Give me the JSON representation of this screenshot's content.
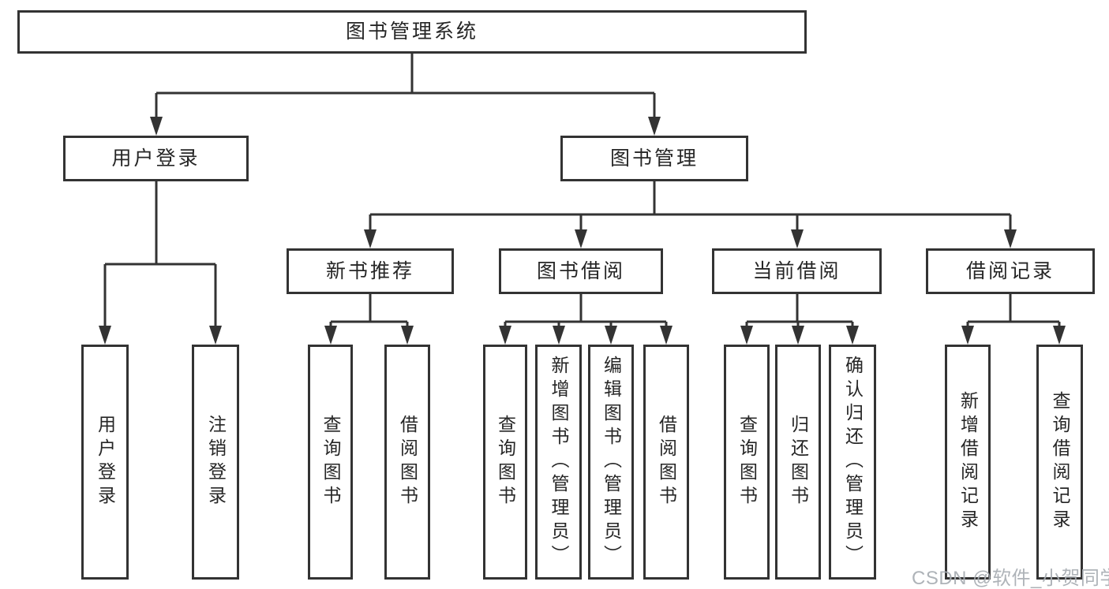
{
  "diagram": {
    "root": "图书管理系统",
    "user_login": "用户登录",
    "book_mgmt": "图书管理",
    "new_book_rec": "新书推荐",
    "book_borrow": "图书借阅",
    "current_borrow": "当前借阅",
    "borrow_records": "借阅记录",
    "leaves": {
      "user_login": "用户登录",
      "logout": "注销登录",
      "rec_query": "查询图书",
      "rec_borrow": "借阅图书",
      "bb_query": "查询图书",
      "bb_add": "新增图书（管理员）",
      "bb_edit": "编辑图书（管理员）",
      "bb_borrow": "借阅图书",
      "cb_query": "查询图书",
      "cb_return": "归还图书",
      "cb_confirm": "确认归还（管理员）",
      "br_add": "新增借阅记录",
      "br_query": "查询借阅记录"
    }
  },
  "watermark": {
    "text": "CSDN @软件_小贺同学"
  },
  "colors": {
    "line": "#333333",
    "text": "#262626",
    "background": "#ffffff",
    "watermark": "#a8adb3"
  }
}
